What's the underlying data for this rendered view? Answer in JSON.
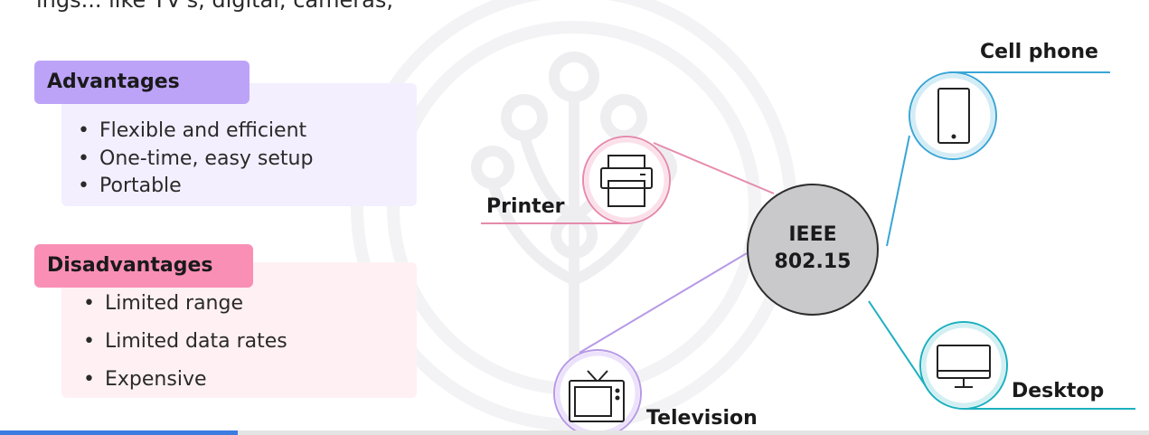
{
  "top_text": "ings... like TV's, digital, cameras,",
  "advantages": {
    "title": "Advantages",
    "items": [
      "Flexible and efficient",
      "One-time, easy setup",
      "Portable"
    ]
  },
  "disadvantages": {
    "title": "Disadvantages",
    "items": [
      "Limited range",
      "Limited data rates",
      "Expensive"
    ]
  },
  "diagram": {
    "hub_line1": "IEEE",
    "hub_line2": "802.15",
    "devices": {
      "cell_phone": "Cell phone",
      "printer": "Printer",
      "desktop": "Desktop",
      "television": "Television"
    }
  },
  "icons": {
    "cell_phone": "mobile-phone-icon",
    "printer": "printer-icon",
    "desktop": "desktop-monitor-icon",
    "television": "television-icon"
  },
  "colors": {
    "advantages_accent": "#bda3f8",
    "disadvantages_accent": "#f98fb5",
    "cell_phone_line": "#3aa6d6",
    "printer_line": "#e58bac",
    "desktop_line": "#1bb0bf",
    "television_line": "#b79ae6",
    "hub_fill": "#c9c9cc",
    "video_progress": "#3c7be0"
  }
}
